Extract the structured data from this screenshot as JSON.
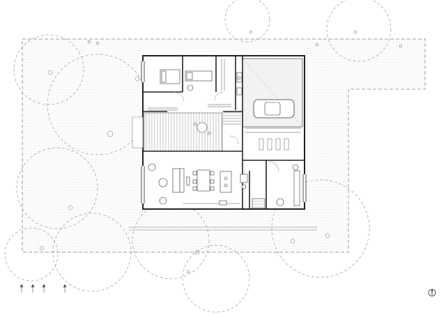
{
  "drawing": {
    "type": "architectural-floor-plan",
    "title": "",
    "line_color": "#222222",
    "light_line_color": "#9a9a9a",
    "stipple_color": "#b5b5b5",
    "paper_color": "#ffffff",
    "rooms": [
      "bedroom-1",
      "bedroom-2",
      "hall",
      "terrace",
      "carport",
      "living-dining-kitchen",
      "bathroom",
      "bedroom-3"
    ],
    "north_arrow": "north-arrow-icon",
    "scale_bar": "scale-bar-ticks"
  }
}
